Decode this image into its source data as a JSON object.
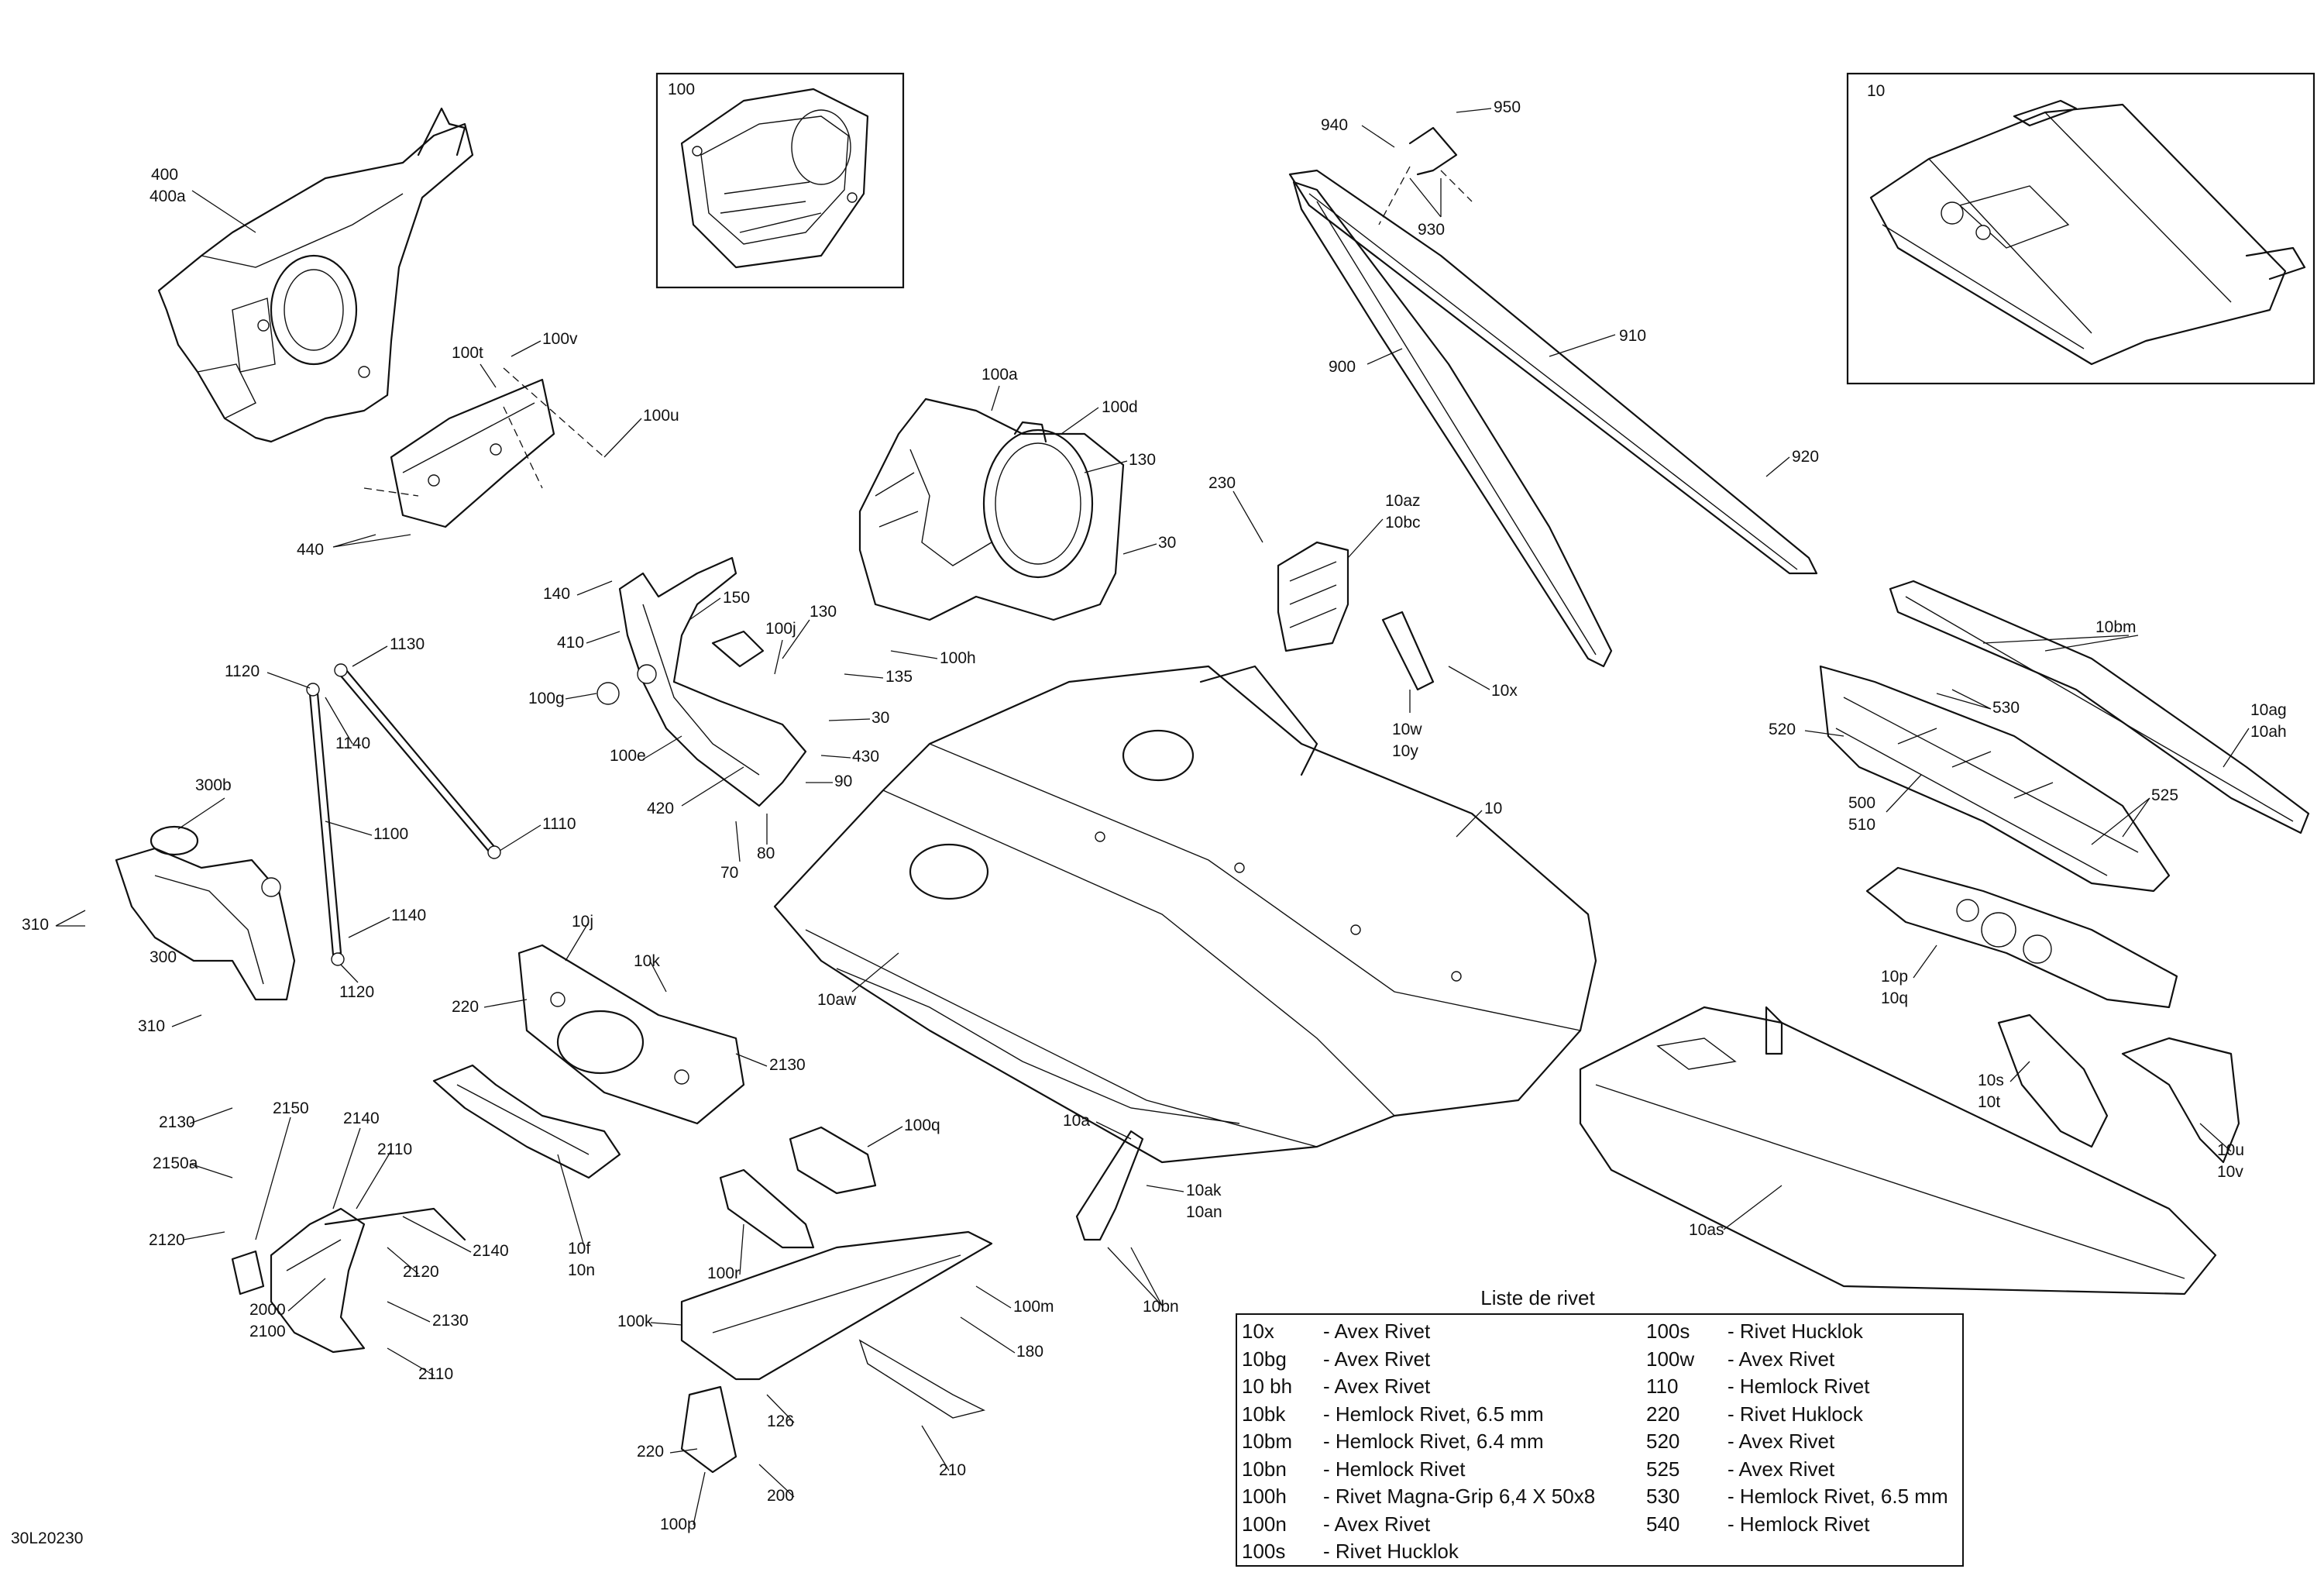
{
  "diagram_code": "30L20230",
  "insets": [
    {
      "id": "inset-100",
      "label": "100"
    },
    {
      "id": "inset-10",
      "label": "10"
    }
  ],
  "callouts": [
    {
      "id": "400",
      "text": "400"
    },
    {
      "id": "400a",
      "text": "400a"
    },
    {
      "id": "100t",
      "text": "100t"
    },
    {
      "id": "100v",
      "text": "100v"
    },
    {
      "id": "100u",
      "text": "100u"
    },
    {
      "id": "440",
      "text": "440"
    },
    {
      "id": "100a",
      "text": "100a"
    },
    {
      "id": "100d",
      "text": "100d"
    },
    {
      "id": "130a",
      "text": "130"
    },
    {
      "id": "30a",
      "text": "30"
    },
    {
      "id": "940",
      "text": "940"
    },
    {
      "id": "950",
      "text": "950"
    },
    {
      "id": "930",
      "text": "930"
    },
    {
      "id": "900",
      "text": "900"
    },
    {
      "id": "910",
      "text": "910"
    },
    {
      "id": "920",
      "text": "920"
    },
    {
      "id": "230",
      "text": "230"
    },
    {
      "id": "10az",
      "text": "10az"
    },
    {
      "id": "10bc",
      "text": "10bc"
    },
    {
      "id": "10x",
      "text": "10x"
    },
    {
      "id": "10w",
      "text": "10w"
    },
    {
      "id": "10y",
      "text": "10y"
    },
    {
      "id": "140",
      "text": "140"
    },
    {
      "id": "150",
      "text": "150"
    },
    {
      "id": "410",
      "text": "410"
    },
    {
      "id": "100j",
      "text": "100j"
    },
    {
      "id": "130b",
      "text": "130"
    },
    {
      "id": "100h",
      "text": "100h"
    },
    {
      "id": "100g",
      "text": "100g"
    },
    {
      "id": "135",
      "text": "135"
    },
    {
      "id": "30b",
      "text": "30"
    },
    {
      "id": "100e",
      "text": "100e"
    },
    {
      "id": "430",
      "text": "430"
    },
    {
      "id": "90",
      "text": "90"
    },
    {
      "id": "420",
      "text": "420"
    },
    {
      "id": "70",
      "text": "70"
    },
    {
      "id": "80",
      "text": "80"
    },
    {
      "id": "1120a",
      "text": "1120"
    },
    {
      "id": "1130",
      "text": "1130"
    },
    {
      "id": "1140a",
      "text": "1140"
    },
    {
      "id": "1100",
      "text": "1100"
    },
    {
      "id": "1110",
      "text": "1110"
    },
    {
      "id": "1140b",
      "text": "1140"
    },
    {
      "id": "1120b",
      "text": "1120"
    },
    {
      "id": "300b",
      "text": "300b"
    },
    {
      "id": "310a",
      "text": "310"
    },
    {
      "id": "300",
      "text": "300"
    },
    {
      "id": "310b",
      "text": "310"
    },
    {
      "id": "10bm",
      "text": "10bm"
    },
    {
      "id": "530",
      "text": "530"
    },
    {
      "id": "520",
      "text": "520"
    },
    {
      "id": "10ag",
      "text": "10ag"
    },
    {
      "id": "10ah",
      "text": "10ah"
    },
    {
      "id": "500",
      "text": "500"
    },
    {
      "id": "510",
      "text": "510"
    },
    {
      "id": "525",
      "text": "525"
    },
    {
      "id": "10main",
      "text": "10"
    },
    {
      "id": "10aw",
      "text": "10aw"
    },
    {
      "id": "10p",
      "text": "10p"
    },
    {
      "id": "10q",
      "text": "10q"
    },
    {
      "id": "10s",
      "text": "10s"
    },
    {
      "id": "10t",
      "text": "10t"
    },
    {
      "id": "10u",
      "text": "10u"
    },
    {
      "id": "10v",
      "text": "10v"
    },
    {
      "id": "10as",
      "text": "10as"
    },
    {
      "id": "10j",
      "text": "10j"
    },
    {
      "id": "10k",
      "text": "10k"
    },
    {
      "id": "220a",
      "text": "220"
    },
    {
      "id": "2130a",
      "text": "2130"
    },
    {
      "id": "10f",
      "text": "10f"
    },
    {
      "id": "10n",
      "text": "10n"
    },
    {
      "id": "2130b",
      "text": "2130"
    },
    {
      "id": "2150",
      "text": "2150"
    },
    {
      "id": "2150a",
      "text": "2150a"
    },
    {
      "id": "2140a",
      "text": "2140"
    },
    {
      "id": "2110a",
      "text": "2110"
    },
    {
      "id": "2120a",
      "text": "2120"
    },
    {
      "id": "2140b",
      "text": "2140"
    },
    {
      "id": "2120b",
      "text": "2120"
    },
    {
      "id": "2000",
      "text": "2000"
    },
    {
      "id": "2100",
      "text": "2100"
    },
    {
      "id": "2130c",
      "text": "2130"
    },
    {
      "id": "2110b",
      "text": "2110"
    },
    {
      "id": "100q",
      "text": "100q"
    },
    {
      "id": "100r",
      "text": "100r"
    },
    {
      "id": "100k",
      "text": "100k"
    },
    {
      "id": "100m",
      "text": "100m"
    },
    {
      "id": "180",
      "text": "180"
    },
    {
      "id": "126",
      "text": "126"
    },
    {
      "id": "220b",
      "text": "220"
    },
    {
      "id": "200",
      "text": "200"
    },
    {
      "id": "100p",
      "text": "100p"
    },
    {
      "id": "210",
      "text": "210"
    },
    {
      "id": "10a",
      "text": "10a"
    },
    {
      "id": "10ak",
      "text": "10ak"
    },
    {
      "id": "10an",
      "text": "10an"
    },
    {
      "id": "10bn",
      "text": "10bn"
    }
  ],
  "rivet_list": {
    "title": "Liste de rivet",
    "left": [
      {
        "code": "10x",
        "desc": "-   Avex Rivet"
      },
      {
        "code": "10bg",
        "desc": "-   Avex Rivet"
      },
      {
        "code": "10 bh",
        "desc": "-   Avex Rivet"
      },
      {
        "code": "10bk",
        "desc": "-   Hemlock Rivet, 6.5 mm"
      },
      {
        "code": "10bm",
        "desc": "-   Hemlock Rivet, 6.4 mm"
      },
      {
        "code": "10bn",
        "desc": "-   Hemlock Rivet"
      },
      {
        "code": "100h",
        "desc": "-   Rivet Magna-Grip 6,4 X 50x8"
      },
      {
        "code": "100n",
        "desc": "-    Avex Rivet"
      },
      {
        "code": "100s",
        "desc": "-   Rivet Hucklok"
      }
    ],
    "right": [
      {
        "code": "100s",
        "desc": "-   Rivet Hucklok"
      },
      {
        "code": "100w",
        "desc": "-  Avex Rivet"
      },
      {
        "code": "110",
        "desc": "-    Hemlock Rivet"
      },
      {
        "code": "220",
        "desc": "-    Rivet Huklock"
      },
      {
        "code": "520",
        "desc": "-    Avex Rivet"
      },
      {
        "code": "525",
        "desc": "-    Avex Rivet"
      },
      {
        "code": "530",
        "desc": "-    Hemlock Rivet, 6.5 mm"
      },
      {
        "code": "540",
        "desc": "-    Hemlock Rivet"
      }
    ]
  }
}
